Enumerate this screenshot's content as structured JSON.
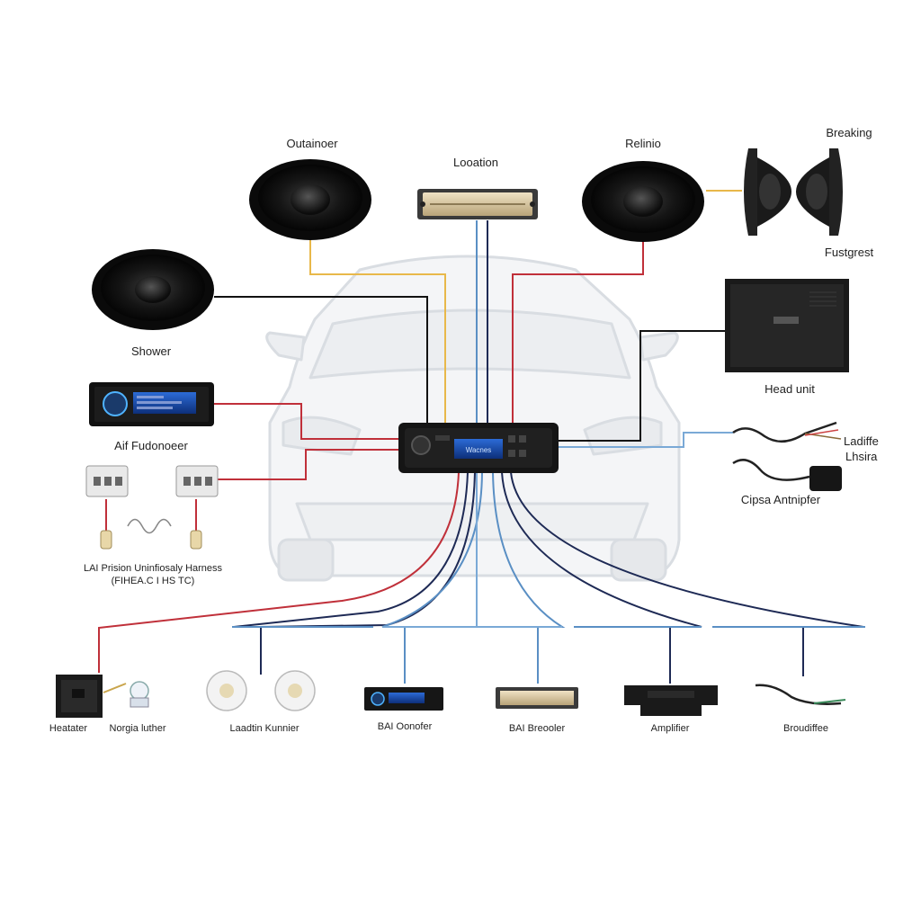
{
  "labels": {
    "outainoer": "Outainoer",
    "location": "Looation",
    "relinio": "Relinio",
    "breaking": "Breaking",
    "fustgrest": "Fustgrest",
    "shower": "Shower",
    "head_unit": "Head unit",
    "aif_fudonoeer": "Aif Fudonoeer",
    "ladiffe": "Ladiffe",
    "lhsira": "Lhsira",
    "cipsa_antnipfer": "Cipsa Antnipfer",
    "harness_line1": "LAI Prision Uninfiosaly Harness",
    "harness_line2": "(FIHEA.C I HS TC)",
    "heatater": "Heatater",
    "norgia_luther": "Norgia luther",
    "laadtin_kunnier": "Laadtin Kunnier",
    "bai_oonofer": "BAI Oonofer",
    "bai_breooler": "BAI Breooler",
    "amplifier": "Amplifier",
    "broudiffee": "Broudiffee"
  },
  "head_unit_screen": "Wacnes",
  "wire_colors": {
    "yellow": "#e8b84a",
    "red": "#c0303a",
    "navy": "#1e2a55",
    "blue": "#5a8fc4",
    "black": "#111111",
    "lightblue": "#7aa9d6"
  }
}
